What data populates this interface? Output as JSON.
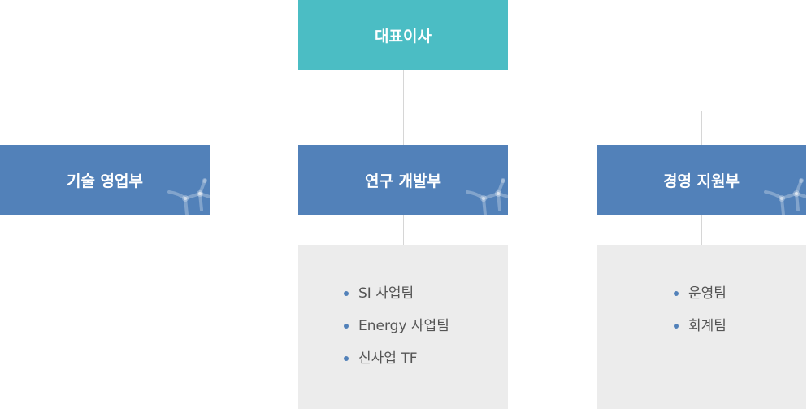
{
  "colors": {
    "ceo_box": "#4bbdc4",
    "dept_box": "#5281b9",
    "connector": "#d6d6d6",
    "panel": "#ececec",
    "bullet": "#5281b9",
    "text_light": "#ffffff",
    "text_dark": "#555555"
  },
  "org": {
    "ceo": {
      "label": "대표이사"
    },
    "departments": [
      {
        "label": "기술 영업부",
        "teams": []
      },
      {
        "label": "연구 개발부",
        "teams": [
          "SI 사업팀",
          "Energy 사업팀",
          "신사업 TF"
        ]
      },
      {
        "label": "경영 지원부",
        "teams": [
          "운영팀",
          "회계팀"
        ]
      }
    ]
  }
}
